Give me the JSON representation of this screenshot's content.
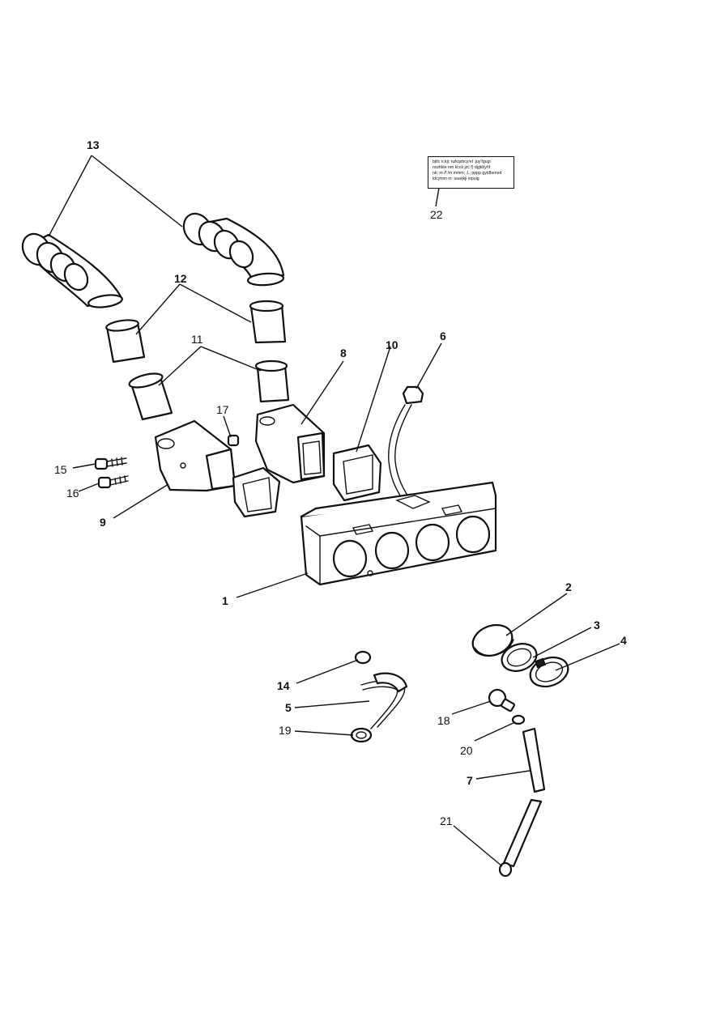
{
  "callouts": {
    "c1": "1",
    "c2": "2",
    "c3": "3",
    "c4": "4",
    "c5": "5",
    "c6": "6",
    "c7": "7",
    "c8": "8",
    "c9": "9",
    "c10": "10",
    "c11": "11",
    "c12": "12",
    "c13": "13",
    "c14": "14",
    "c15": "15",
    "c16": "16",
    "c17": "17",
    "c18": "18",
    "c19": "19",
    "c20": "20",
    "c21": "21",
    "c22": "22"
  },
  "label_text": [
    "bjtlc n.kji; nzkqsbcy/el .juy'fgugi",
    "nszltkte nm kcck jzc f) dgjkbyhf",
    "nk; m /f /m mmm; ;l.; pppp gykfbened",
    "ldcymm m. iuuejkji iopuig"
  ]
}
